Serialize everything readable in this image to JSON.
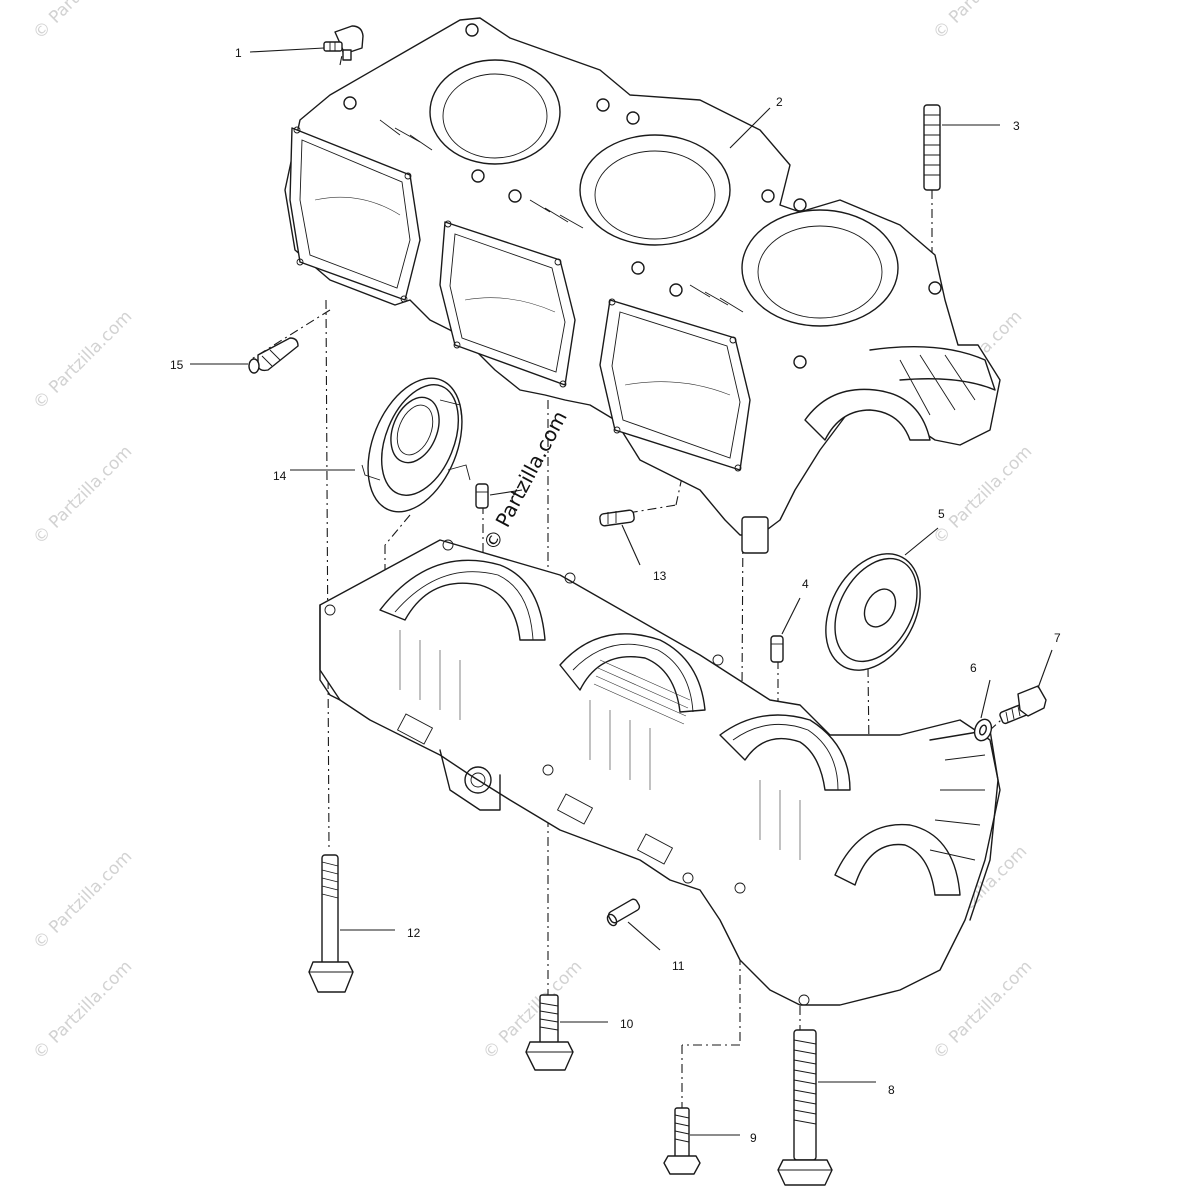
{
  "diagram": {
    "callouts": [
      {
        "id": "1",
        "label": "1"
      },
      {
        "id": "2",
        "label": "2"
      },
      {
        "id": "3",
        "label": "3"
      },
      {
        "id": "4",
        "label": "4"
      },
      {
        "id": "5",
        "label": "5"
      },
      {
        "id": "6",
        "label": "6"
      },
      {
        "id": "7",
        "label": "7"
      },
      {
        "id": "8",
        "label": "8"
      },
      {
        "id": "9",
        "label": "9"
      },
      {
        "id": "10",
        "label": "10"
      },
      {
        "id": "11",
        "label": "11"
      },
      {
        "id": "12",
        "label": "12"
      },
      {
        "id": "13",
        "label": "13"
      },
      {
        "id": "14",
        "label": "14"
      },
      {
        "id": "15",
        "label": "15"
      }
    ]
  },
  "watermark": {
    "text": "© Partzilla.com",
    "color": "#d2d2d2"
  },
  "center_watermark": {
    "text": "© Partzilla.com"
  }
}
